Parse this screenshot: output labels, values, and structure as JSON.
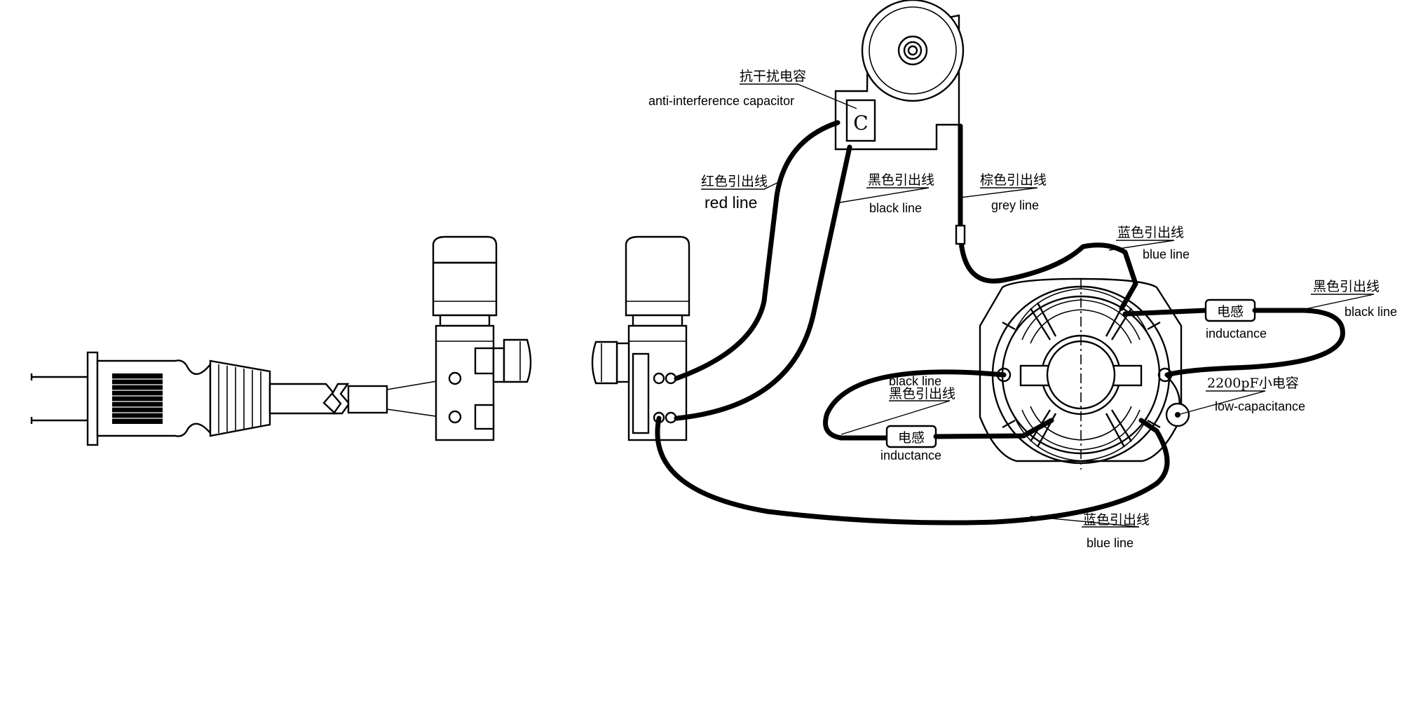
{
  "labels": {
    "capacitor_cn": "抗干扰电容",
    "capacitor_en": "anti-interference capacitor",
    "capacitor_symbol": "C",
    "red_cn": "红色引出线",
    "red_en": "red line",
    "black_top_cn": "黑色引出线",
    "black_top_en": "black line",
    "grey_cn": "棕色引出线",
    "grey_en": "grey line",
    "blue_top_cn": "蓝色引出线",
    "blue_top_en": "blue line",
    "black_right_cn": "黑色引出线",
    "black_right_en": "black line",
    "inductance_right_cn": "电感",
    "inductance_right_en": "inductance",
    "black_left_en": "black line",
    "black_left_cn": "黑色引出线",
    "inductance_left_cn": "电感",
    "inductance_left_en": "inductance",
    "lowcap_cn": "2200pF小电容",
    "lowcap_en": "low-capacitance",
    "blue_bottom_cn": "蓝色引出线",
    "blue_bottom_en": "blue line"
  }
}
